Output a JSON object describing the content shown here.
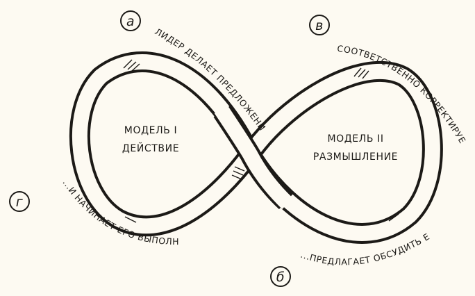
{
  "colors": {
    "ink": "#1c1a17",
    "band": "#fdfaf2",
    "paper": "#fdfaf2"
  },
  "loops": {
    "left": {
      "line1": "МОДЕЛЬ I",
      "line2": "ДЕЙСТВИЕ"
    },
    "right": {
      "line1": "МОДЕЛЬ II",
      "line2": "РАЗМЫШЛЕНИЕ"
    }
  },
  "steps": {
    "a": {
      "letter": "а",
      "text": "ЛИДЕР ДЕЛАЕТ ПРЕДЛОЖЕНИЕ"
    },
    "b": {
      "letter": "б",
      "text": "...ПРЕДЛАГАЕТ ОБСУДИТЬ ЕГО..."
    },
    "v": {
      "letter": "в",
      "text": "СООТВЕТСТВЕННО КОРРЕКТИРУЕТ ЕГО..."
    },
    "g": {
      "letter": "г",
      "text": "...И НАЧИНАЕТ ЕГО ВЫПОЛНЯТЬ"
    }
  }
}
